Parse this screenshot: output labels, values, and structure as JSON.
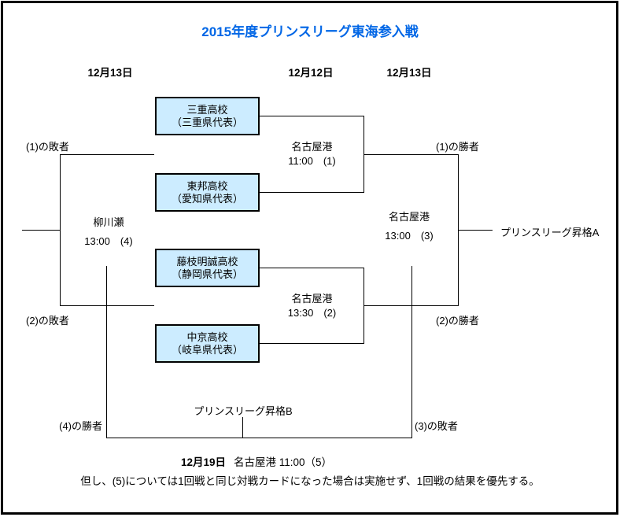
{
  "title": "2015年度プリンスリーグ東海参入戦",
  "colors": {
    "title_blue": "#0066E6",
    "team_box_fill": "#CCECFF",
    "line_black": "#000000"
  },
  "columns": {
    "left_date": "12月13日",
    "center_date": "12月12日",
    "right_date": "12月13日"
  },
  "teams": [
    {
      "name": "三重高校",
      "prefecture": "（三重県代表）"
    },
    {
      "name": "東邦高校",
      "prefecture": "（愛知県代表）"
    },
    {
      "name": "藤枝明誠高校",
      "prefecture": "（静岡県代表）"
    },
    {
      "name": "中京高校",
      "prefecture": "（岐阜県代表）"
    }
  ],
  "matches": [
    {
      "venue": "名古屋港",
      "time": "11:00　(1)"
    },
    {
      "venue": "名古屋港",
      "time": "13:30　(2)"
    },
    {
      "venue": "名古屋港",
      "time": "13:00　(3)"
    },
    {
      "venue": "柳川瀬",
      "time": "13:00　(4)"
    }
  ],
  "labels": {
    "loser1": "(1)の敗者",
    "loser2": "(2)の敗者",
    "winner1": "(1)の勝者",
    "winner2": "(2)の勝者",
    "winner4": "(4)の勝者",
    "loser3": "(3)の敗者",
    "promotion_a": "プリンスリーグ昇格A",
    "promotion_b": "プリンスリーグ昇格B"
  },
  "footer": {
    "final_date": "12月19日",
    "final_match": "名古屋港 11:00（5）",
    "note": "但し、(5)については1回戦と同じ対戦カードになった場合は実施せず、1回戦の結果を優先する。"
  }
}
